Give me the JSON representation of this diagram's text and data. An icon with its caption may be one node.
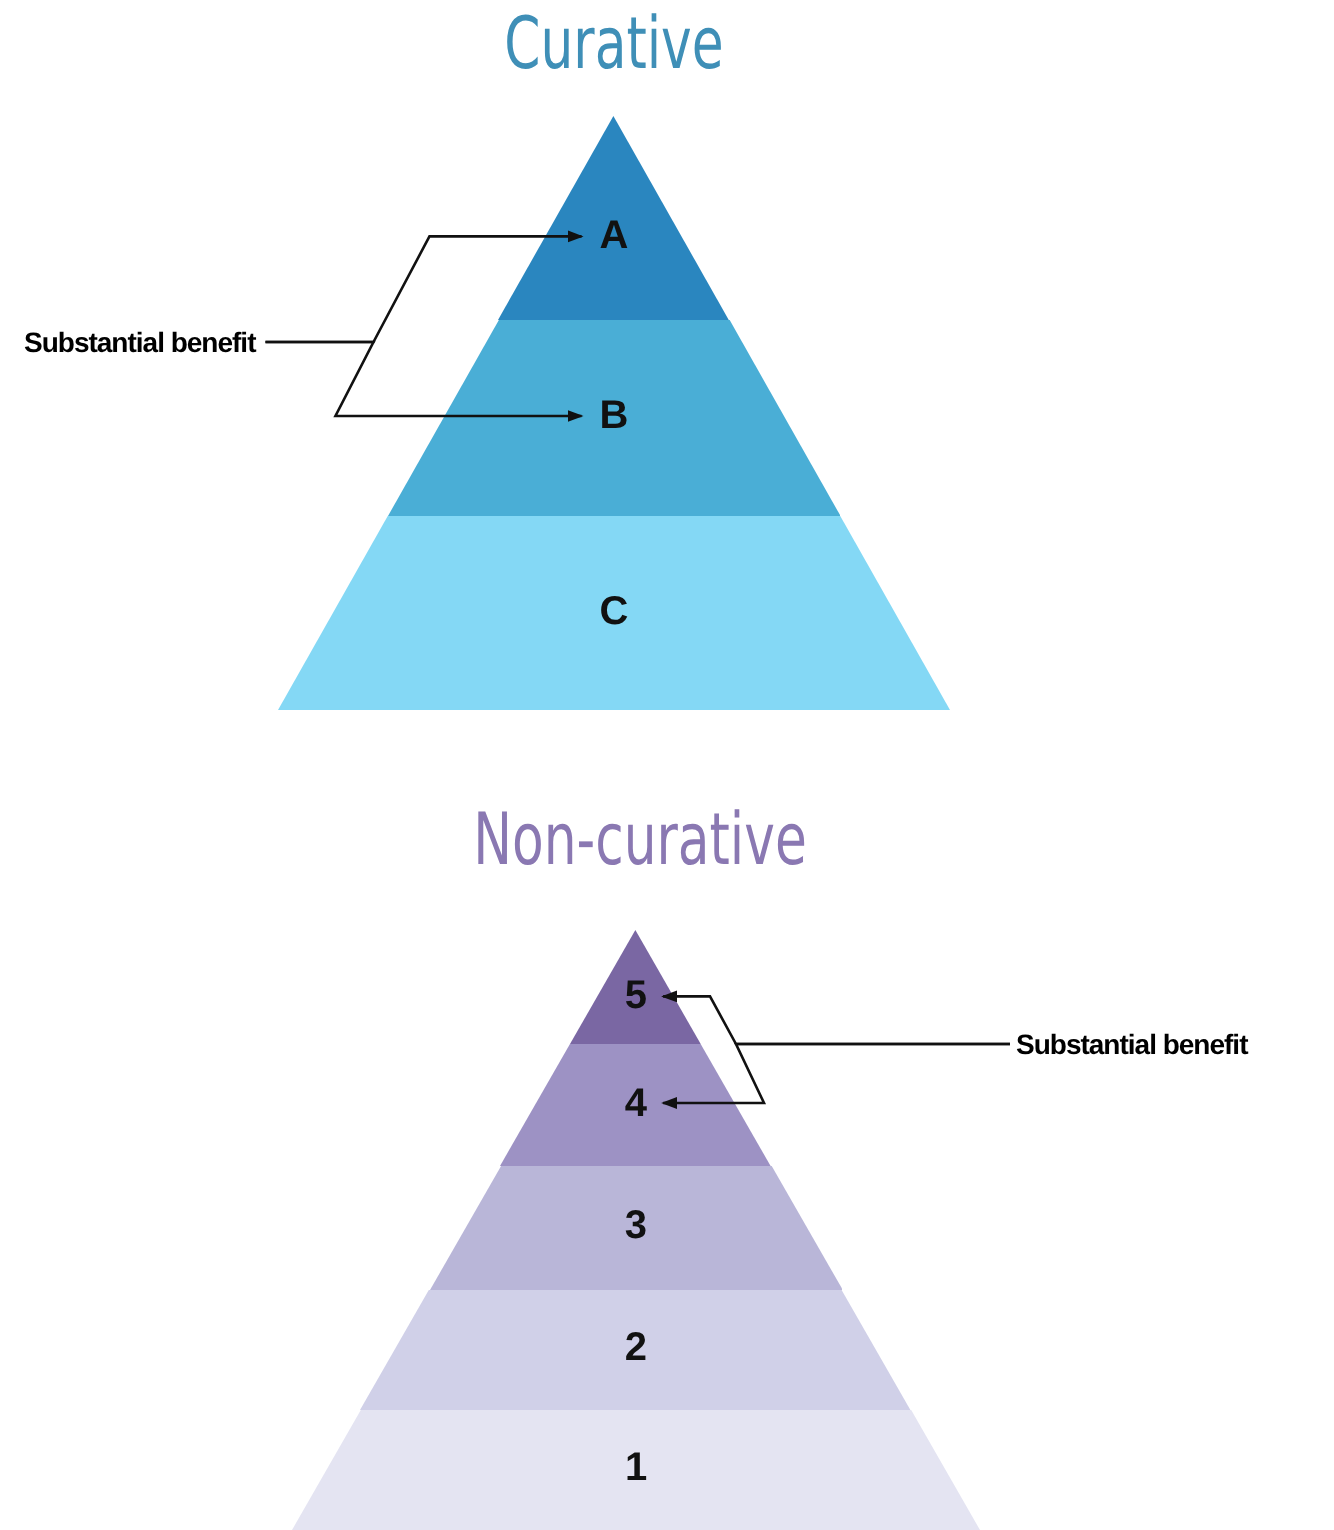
{
  "diagram": {
    "nodes": [
      {
        "text": [
          "Curative"
        ]
      },
      {
        "text": [
          "A"
        ],
        "in": 0
      },
      {
        "text": [
          "B"
        ],
        "in": 0
      },
      {
        "text": [
          "C"
        ],
        "in": 0
      },
      {
        "text": [
          "Substantial benefit"
        ]
      },
      {
        "text": [
          "Non-curative"
        ]
      },
      {
        "text": [
          "5"
        ],
        "in": 5
      },
      {
        "text": [
          "4"
        ],
        "in": 5
      },
      {
        "text": [
          "3"
        ],
        "in": 5
      },
      {
        "text": [
          "2"
        ],
        "in": 5
      },
      {
        "text": [
          "1"
        ],
        "in": 5
      },
      {
        "text": [
          "Substantial benefit"
        ]
      }
    ],
    "edges": [
      {
        "from": 4,
        "to": 1,
        "arrow": "to"
      },
      {
        "from": 4,
        "to": 2,
        "arrow": "to"
      },
      {
        "from": 11,
        "to": 6,
        "arrow": "to"
      },
      {
        "from": 11,
        "to": 7,
        "arrow": "to"
      }
    ]
  }
}
